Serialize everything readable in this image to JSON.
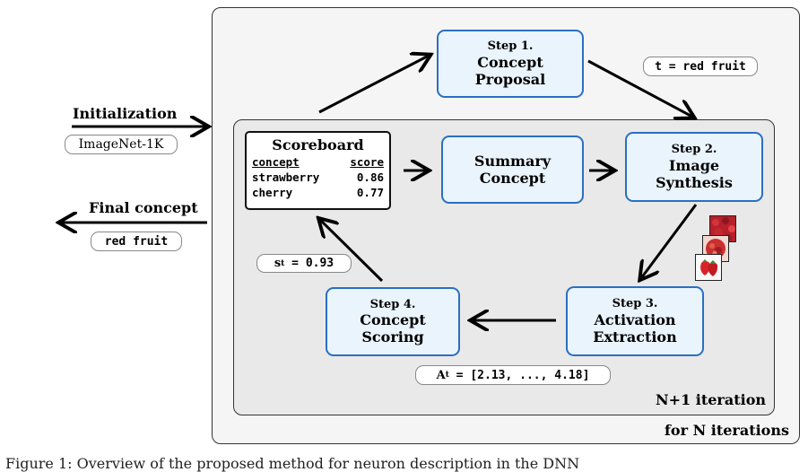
{
  "outer_label": "for N iterations",
  "inner_label": "N+1 iteration",
  "initialization": {
    "label": "Initialization",
    "value": "ImageNet-1K"
  },
  "final": {
    "label": "Final concept",
    "value": "red fruit"
  },
  "steps": {
    "s1": {
      "num": "Step 1.",
      "line1": "Concept",
      "line2": "Proposal"
    },
    "s2": {
      "num": "Step 2.",
      "line1": "Image",
      "line2": "Synthesis"
    },
    "s3": {
      "num": "Step 3.",
      "line1": "Activation",
      "line2": "Extraction"
    },
    "s4": {
      "num": "Step 4.",
      "line1": "Concept",
      "line2": "Scoring"
    }
  },
  "summary": {
    "line1": "Summary",
    "line2": "Concept"
  },
  "scoreboard": {
    "title": "Scoreboard",
    "headers": [
      "concept",
      "score"
    ],
    "rows": [
      {
        "concept": "strawberry",
        "score": "0.86"
      },
      {
        "concept": "cherry",
        "score": "0.77"
      }
    ]
  },
  "annotations": {
    "t_label": "t = red fruit",
    "s_var": "s",
    "s_sub": "t",
    "s_value": " = 0.93",
    "a_var": "A",
    "a_sub": "t",
    "a_value": " = [2.13, ..., 4.18]"
  },
  "caption": "Figure 1: Overview of the proposed method for neuron description in the DNN"
}
